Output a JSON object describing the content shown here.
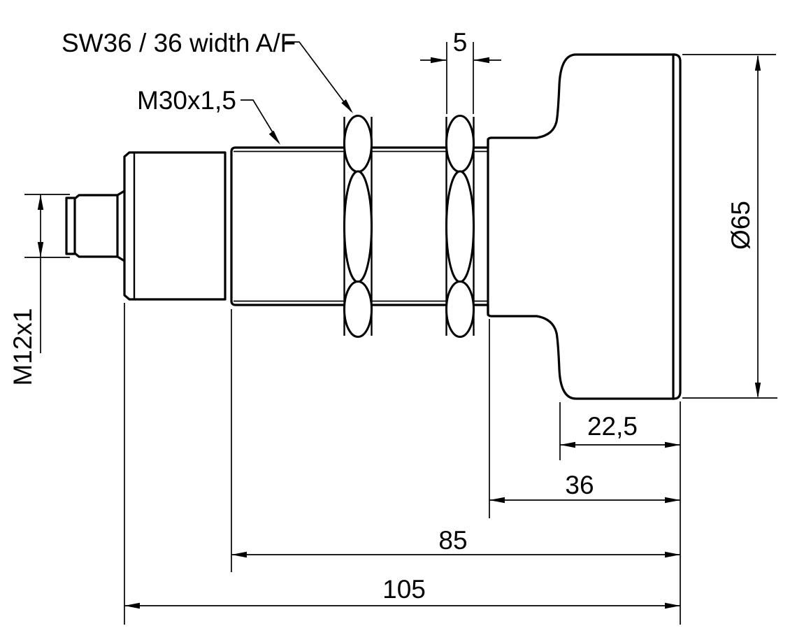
{
  "drawing": {
    "type": "technical-dimension-drawing",
    "part": "cylindrical-threaded-sensor",
    "background_color": "#ffffff",
    "line_color": "#000000",
    "labels": {
      "wrench_size": "SW36 / 36 width A/F",
      "mounting_thread": "M30x1,5",
      "connector_thread": "M12x1",
      "head_diameter": "Ø65"
    },
    "dimensions": {
      "nut_width": "5",
      "head_depth": "22,5",
      "head_section_length": "36",
      "thread_section_length": "85",
      "overall_length": "105"
    }
  }
}
